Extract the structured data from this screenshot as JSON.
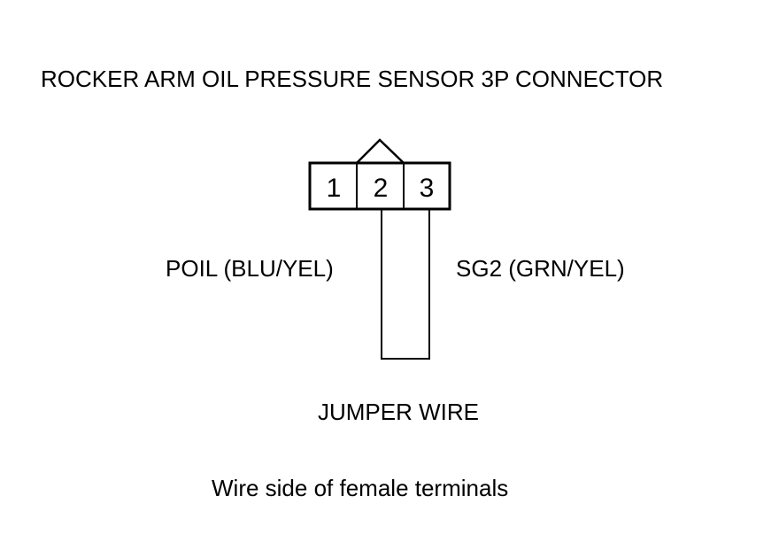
{
  "title": "ROCKER ARM OIL PRESSURE SENSOR 3P CONNECTOR",
  "connector": {
    "pins": [
      "1",
      "2",
      "3"
    ]
  },
  "labels": {
    "poil": "POIL (BLU/YEL)",
    "sg2": "SG2 (GRN/YEL)",
    "jumper": "JUMPER WIRE",
    "side_note": "Wire side of female terminals"
  }
}
